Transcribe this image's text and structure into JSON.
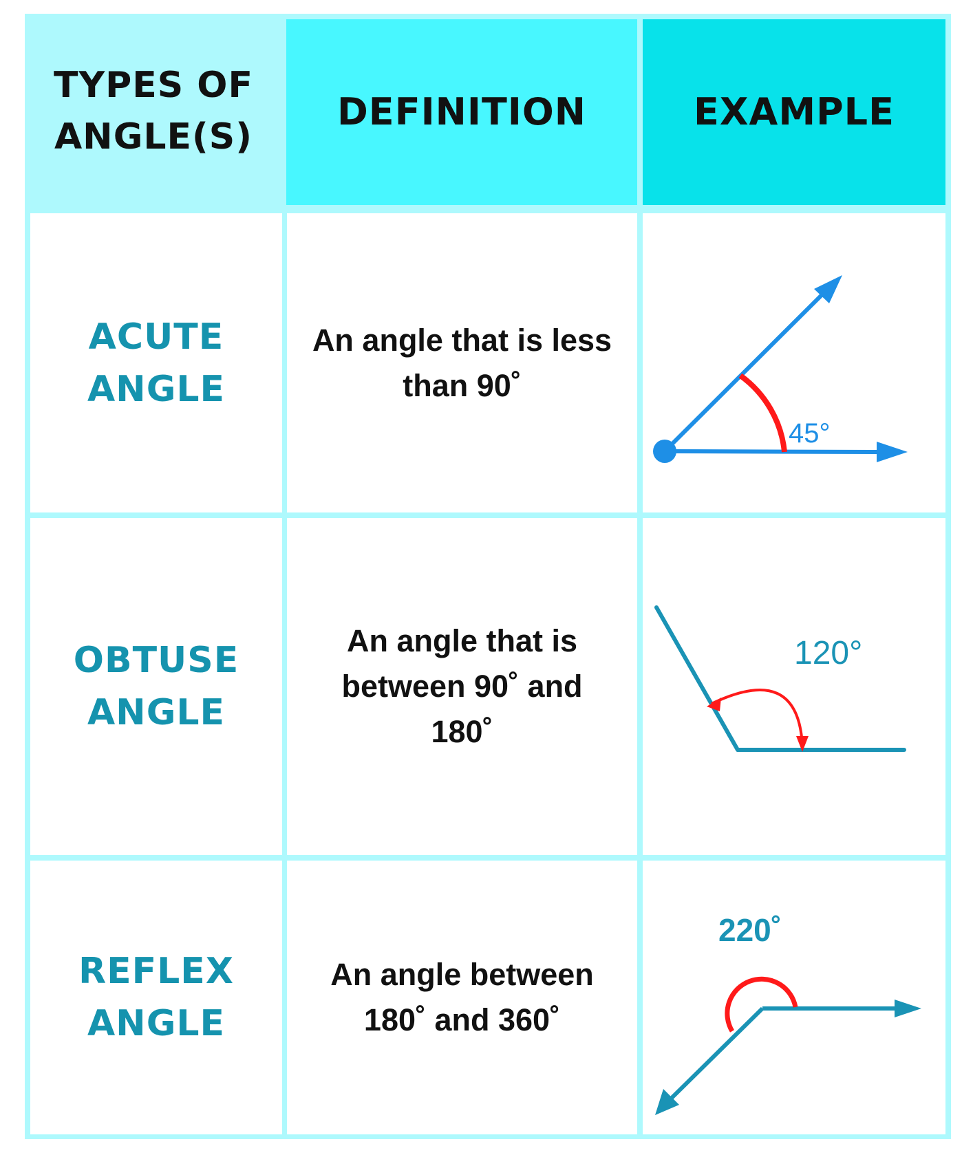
{
  "header": {
    "types_line1": "TYPES OF",
    "types_line2": "ANGLE(S)",
    "definition": "DEFINITION",
    "example": "EXAMPLE"
  },
  "rows": [
    {
      "type_line1": "ACUTE",
      "type_line2": "ANGLE",
      "definition_line1": "An angle that is less",
      "definition_line2": "than 90˚",
      "definition_line3": "",
      "example_label": "45°"
    },
    {
      "type_line1": "OBTUSE",
      "type_line2": "ANGLE",
      "definition_line1": "An angle that is",
      "definition_line2": "between 90˚ and",
      "definition_line3": "180˚",
      "example_label": "120°"
    },
    {
      "type_line1": "REFLEX",
      "type_line2": "ANGLE",
      "definition_line1": "An angle between",
      "definition_line2": "180˚ and 360˚",
      "definition_line3": "",
      "example_label": "220˚"
    }
  ],
  "colors": {
    "outer_border": "#aef9fd",
    "header_definition": "#48f7ff",
    "header_example": "#08e2ea",
    "type_text": "#1593ae",
    "acute_ray": "#1e8fe6",
    "arc_red": "#ff1a1a",
    "teal_ray": "#1a93b5"
  }
}
